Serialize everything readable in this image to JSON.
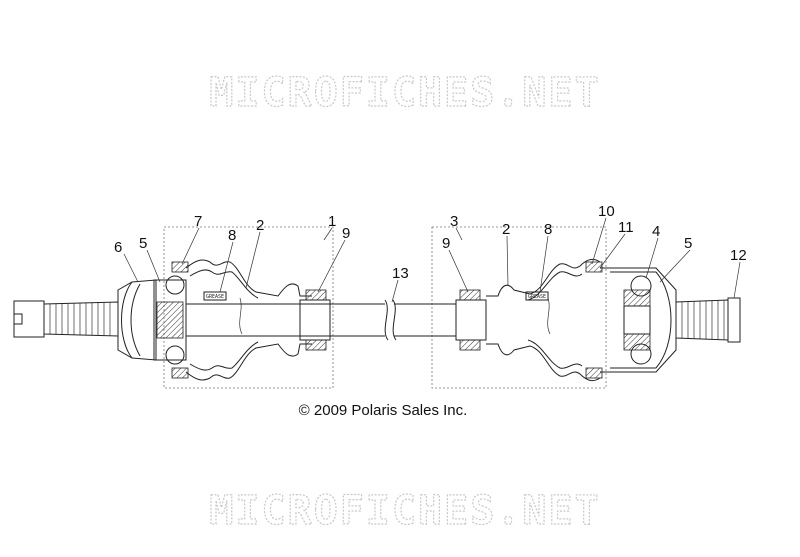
{
  "watermark": {
    "top": "MICROFICHES.NET",
    "bottom": "MICROFICHES.NET"
  },
  "copyright": "© 2009 Polaris Sales Inc.",
  "callouts": {
    "c1": "1",
    "c2a": "2",
    "c2b": "2",
    "c3": "3",
    "c4": "4",
    "c5a": "5",
    "c5b": "5",
    "c6": "6",
    "c7": "7",
    "c8a": "8",
    "c8b": "8",
    "c9a": "9",
    "c9b": "9",
    "c10": "10",
    "c11": "11",
    "c12": "12",
    "c13": "13"
  },
  "colors": {
    "ink": "#111111",
    "watermark": "#c9c9c9",
    "frame": "#777777"
  }
}
